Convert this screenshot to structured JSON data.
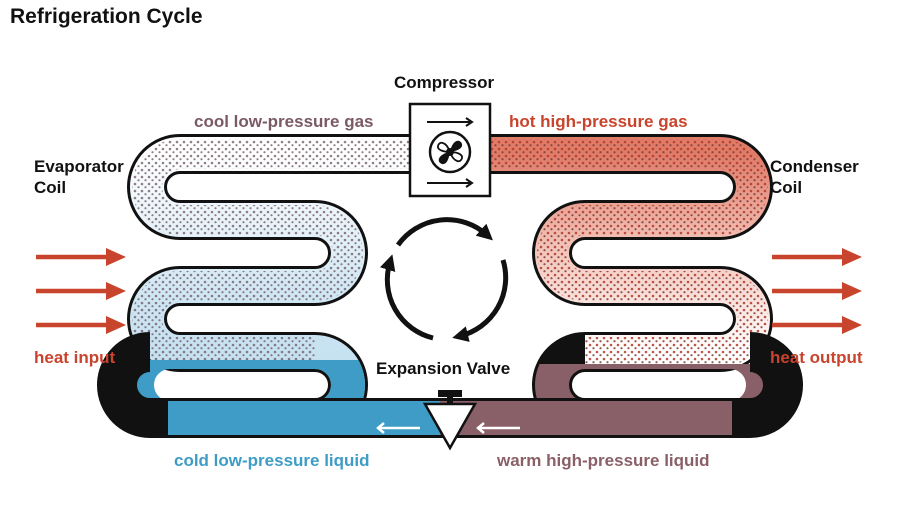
{
  "title": "Refrigeration Cycle",
  "labels": {
    "compressor": "Compressor",
    "evaporator_line1": "Evaporator",
    "evaporator_line2": "Coil",
    "condenser_line1": "Condenser",
    "condenser_line2": "Coil",
    "expansion_valve": "Expansion Valve",
    "cool_gas": "cool low-pressure gas",
    "hot_gas": "hot high-pressure gas",
    "cold_liquid": "cold low-pressure liquid",
    "warm_liquid": "warm high-pressure liquid",
    "heat_input": "heat input",
    "heat_output": "heat output"
  },
  "colors": {
    "cool_gas": "#7a5a66",
    "hot_gas": "#c8442c",
    "cold_liquid": "#3e9cc6",
    "warm_liquid": "#8a6068",
    "heat_arrow": "#c8442c",
    "outline": "#111111"
  },
  "icons": {
    "compressor": "fan-icon",
    "valve": "valve-icon",
    "cycle": "cycle-arrows-icon"
  }
}
